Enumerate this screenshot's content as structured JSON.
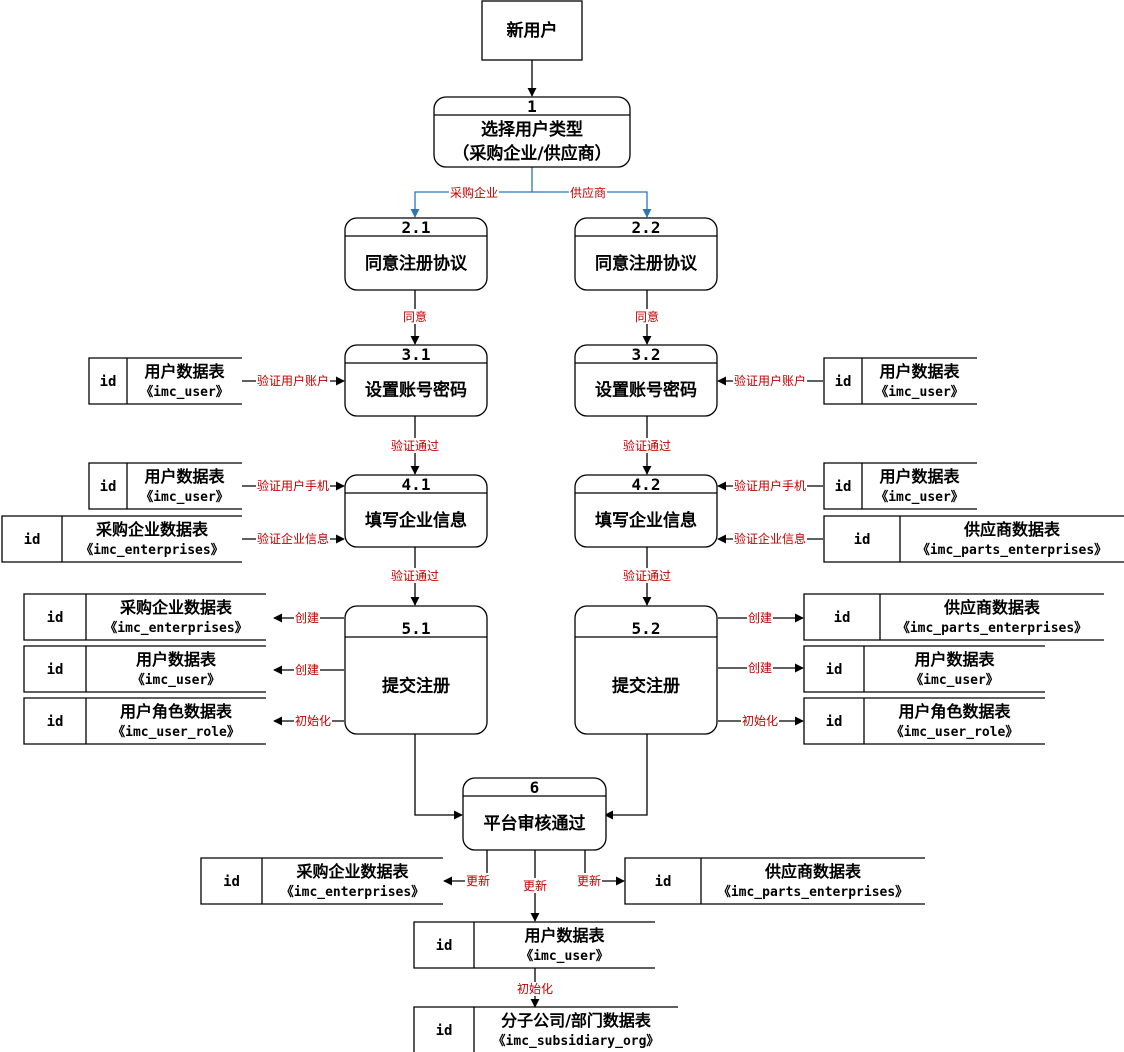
{
  "entity": {
    "label": "新用户"
  },
  "processes": {
    "p1": {
      "num": "1",
      "lines": [
        "选择用户类型",
        "（采购企业/供应商）"
      ]
    },
    "p21": {
      "num": "2.1",
      "lines": [
        "同意注册协议"
      ]
    },
    "p22": {
      "num": "2.2",
      "lines": [
        "同意注册协议"
      ]
    },
    "p31": {
      "num": "3.1",
      "lines": [
        "设置账号密码"
      ]
    },
    "p32": {
      "num": "3.2",
      "lines": [
        "设置账号密码"
      ]
    },
    "p41": {
      "num": "4.1",
      "lines": [
        "填写企业信息"
      ]
    },
    "p42": {
      "num": "4.2",
      "lines": [
        "填写企业信息"
      ]
    },
    "p51": {
      "num": "5.1",
      "lines": [
        "提交注册"
      ]
    },
    "p52": {
      "num": "5.2",
      "lines": [
        "提交注册"
      ]
    },
    "p6": {
      "num": "6",
      "lines": [
        "平台审核通过"
      ]
    }
  },
  "datastores": {
    "user": {
      "id": "id",
      "name": "用户数据表",
      "table": "《imc_user》"
    },
    "ent": {
      "id": "id",
      "name": "采购企业数据表",
      "table": "《imc_enterprises》"
    },
    "parts": {
      "id": "id",
      "name": "供应商数据表",
      "table": "《imc_parts_enterprises》"
    },
    "role": {
      "id": "id",
      "name": "用户角色数据表",
      "table": "《imc_user_role》"
    },
    "org": {
      "id": "id",
      "name": "分子公司/部门数据表",
      "table": "《imc_subsidiary_org》"
    }
  },
  "flow_labels": {
    "buyer": "采购企业",
    "supplier": "供应商",
    "agree": "同意",
    "verify_account": "验证用户账户",
    "verified": "验证通过",
    "verify_phone": "验证用户手机",
    "verify_enterprise": "验证企业信息",
    "create": "创建",
    "init": "初始化",
    "update": "更新"
  },
  "colors": {
    "flow_label": "#c00000",
    "branch_line": "#2e75b6",
    "line": "#000000"
  }
}
